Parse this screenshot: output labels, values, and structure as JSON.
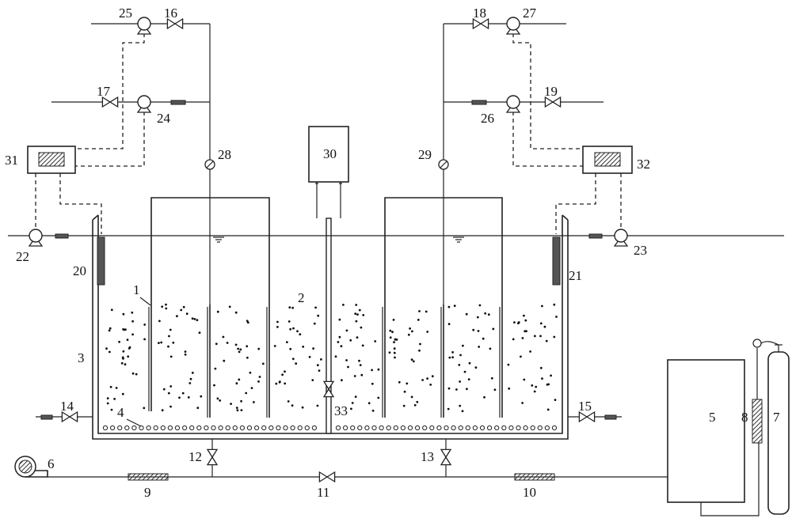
{
  "labels": {
    "l1": "1",
    "l2": "2",
    "l3": "3",
    "l4": "4",
    "l5": "5",
    "l6": "6",
    "l7": "7",
    "l8": "8",
    "l9": "9",
    "l10": "10",
    "l11": "11",
    "l12": "12",
    "l13": "13",
    "l14": "14",
    "l15": "15",
    "l16": "16",
    "l17": "17",
    "l18": "18",
    "l19": "19",
    "l20": "20",
    "l21": "21",
    "l22": "22",
    "l23": "23",
    "l24": "24",
    "l25": "25",
    "l26": "26",
    "l27": "27",
    "l28": "28",
    "l29": "29",
    "l30": "30",
    "l31": "31",
    "l32": "32",
    "l33": "33"
  },
  "colors": {
    "line": "#222222",
    "hatch": "#333333",
    "probe": "#555555"
  },
  "icons": {
    "valve": "bowtie-valve-icon",
    "pump": "pump-icon",
    "gauge": "pressure-gauge-icon",
    "blower": "blower-icon",
    "gas_cylinder": "gas-cylinder-icon"
  }
}
